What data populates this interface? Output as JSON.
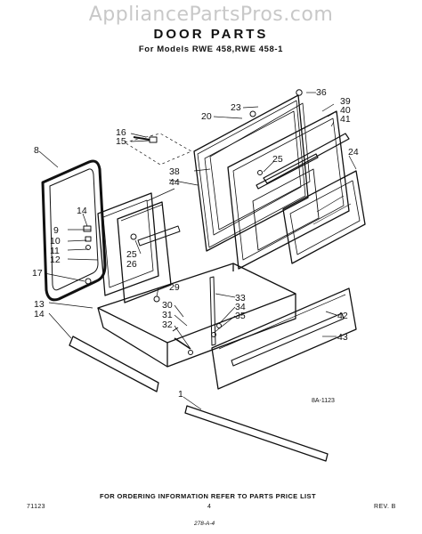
{
  "header": {
    "watermark": "AppliancePartsPros.com",
    "title": "DOOR PARTS",
    "subtitle": "For Models RWE 458,RWE 458-1"
  },
  "part_labels": [
    "1",
    "8",
    "9",
    "10",
    "11",
    "12",
    "13",
    "14",
    "15",
    "16",
    "17",
    "20",
    "23",
    "24",
    "25",
    "25",
    "26",
    "29",
    "30",
    "31",
    "32",
    "33",
    "34",
    "35",
    "36",
    "38",
    "39",
    "40",
    "41",
    "42",
    "43",
    "44"
  ],
  "diagram_code": "8A-1123",
  "footer": {
    "ordering_note": "FOR ORDERING INFORMATION REFER TO PARTS PRICE LIST",
    "left_code": "71123",
    "page_number": "4",
    "revision": "REV. B",
    "bottom_code": "278-A-4"
  }
}
